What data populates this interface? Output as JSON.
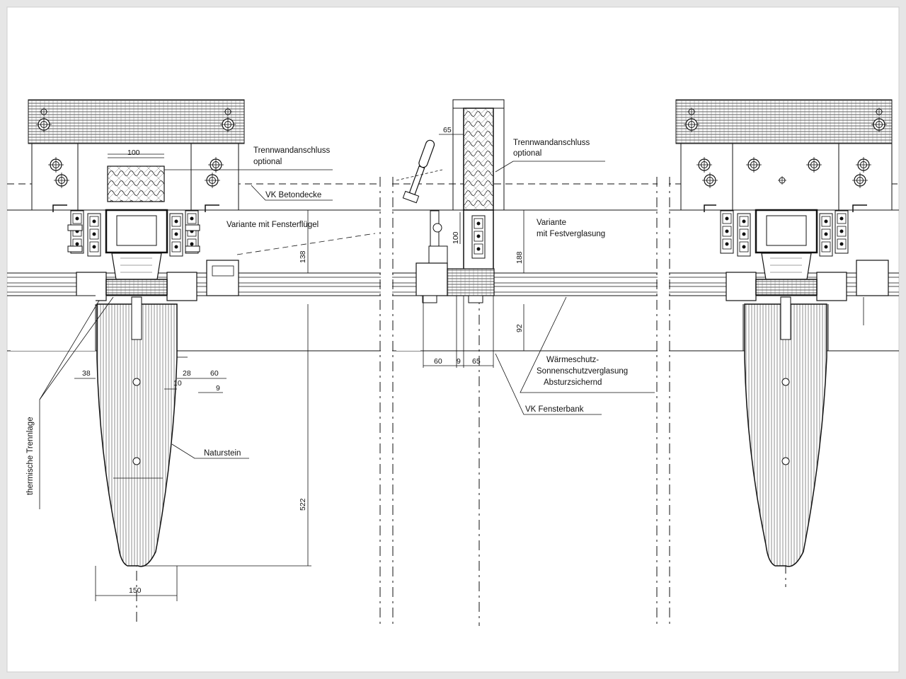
{
  "drawing": {
    "labels": {
      "trennwand_left_1": "Trennwandanschluss",
      "trennwand_left_2": "optional",
      "vk_betondecke": "VK Betondecke",
      "variante_fluegel": "Variante mit Fensterflügel",
      "thermische_trennlage": "thermische Trennlage",
      "naturstein": "Naturstein",
      "trennwand_mid_1": "Trennwandanschluss",
      "trennwand_mid_2": "optional",
      "variante_fest_1": "Variante",
      "variante_fest_2": "mit Festverglasung",
      "waerme_1": "Wärmeschutz-",
      "waerme_2": "Sonnenschutzverglasung",
      "waerme_3": "Absturzsichernd",
      "vk_fensterbank": "VK Fensterbank"
    },
    "dimensions": {
      "d100_left": "100",
      "d138": "138",
      "d38": "38",
      "d28": "28",
      "d60_left": "60",
      "d10": "10",
      "d9_left": "9",
      "d522": "522",
      "d150": "150",
      "d65_top": "65",
      "d100_mid": "100",
      "d188": "188",
      "d92": "92",
      "d60_mid": "60",
      "d9_mid": "9",
      "d65_mid": "65"
    }
  }
}
